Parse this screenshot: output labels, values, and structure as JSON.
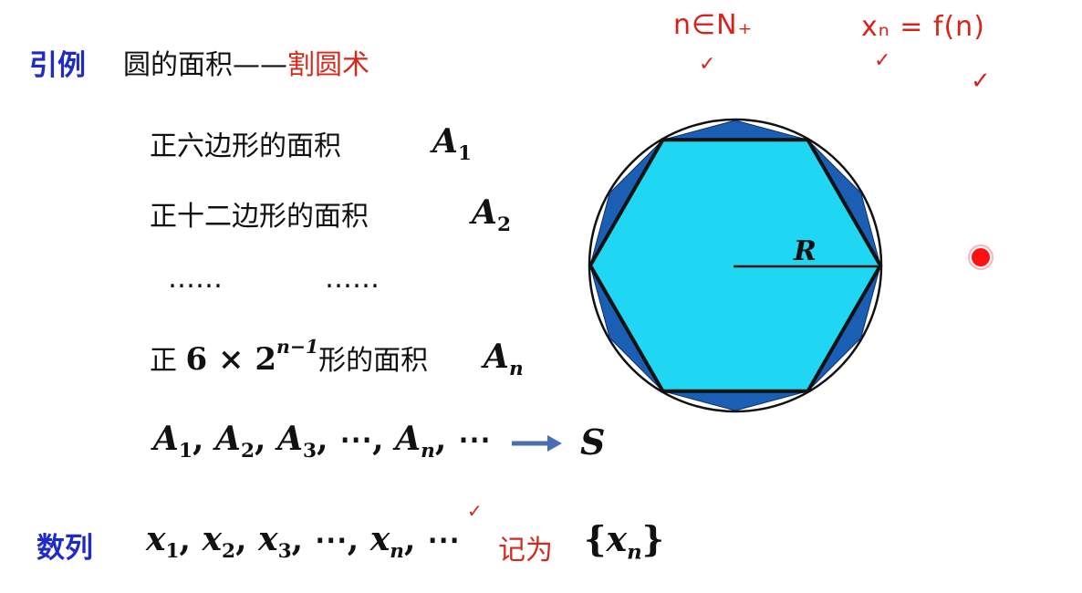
{
  "intro": {
    "tag": "引例",
    "title_prefix": "圆的面积——",
    "title_highlight": "割圆术"
  },
  "rows": [
    {
      "label": "正六边形的面积",
      "sym": "A",
      "sub": "1"
    },
    {
      "label": "正十二边形的面积",
      "sym": "A",
      "sub": "2"
    },
    {
      "dots_left": "……",
      "dots_right": "……"
    },
    {
      "prefix": "正",
      "expr_base": "6 × 2",
      "expr_exp": "n−1",
      "suffix": "形的面积",
      "sym": "A",
      "sub": "n"
    }
  ],
  "area_sequence": {
    "terms": [
      {
        "sym": "A",
        "sub": "1"
      },
      {
        "sym": "A",
        "sub": "2"
      },
      {
        "sym": "A",
        "sub": "3"
      }
    ],
    "ellipsis": "⋯",
    "nth": {
      "sym": "A",
      "sub": "n"
    },
    "limit": "S"
  },
  "sequence": {
    "tag": "数列",
    "terms": [
      {
        "sym": "x",
        "sub": "1"
      },
      {
        "sym": "x",
        "sub": "2"
      },
      {
        "sym": "x",
        "sub": "3"
      }
    ],
    "ellipsis": "⋯",
    "nth": {
      "sym": "x",
      "sub": "n"
    },
    "denote": "记为",
    "notation": {
      "open": "{",
      "sym": "x",
      "sub": "n",
      "close": "}"
    }
  },
  "figure": {
    "radius_label": "R",
    "colors": {
      "hexagon": "#1fd7f2",
      "dodecagon": "#1a5fb4",
      "outline": "#111111",
      "arrow": "#4a6fb0",
      "pointer": "#ff0000"
    }
  },
  "annotations": {
    "domain": "n∈N₊",
    "formula": "xₙ = f(n)",
    "check": "✓"
  }
}
